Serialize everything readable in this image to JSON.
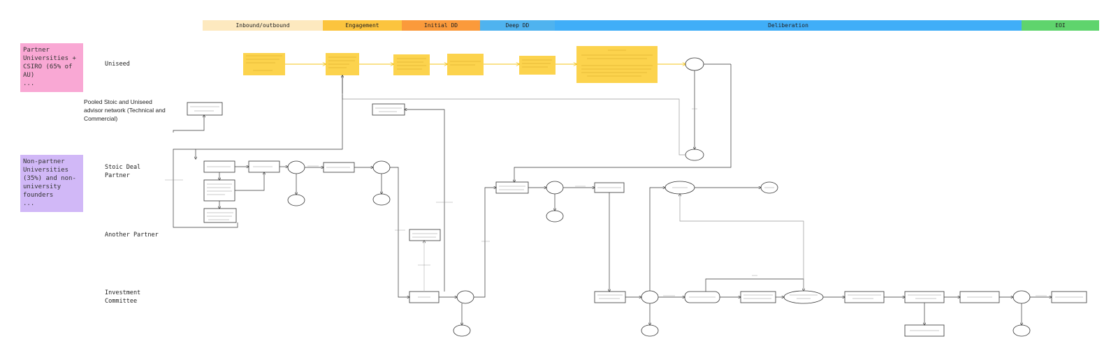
{
  "phases": [
    {
      "label": "Inbound/outbound",
      "color": "#fde9bf"
    },
    {
      "label": "Engagement",
      "color": "#fcc43e"
    },
    {
      "label": "Initial DD",
      "color": "#fb9a3b"
    },
    {
      "label": "Deep DD",
      "color": "#4fb3ef"
    },
    {
      "label": "Deliberation",
      "color": "#40aef8"
    },
    {
      "label": "EOI",
      "color": "#5fd46d"
    }
  ],
  "stickies": {
    "partner": {
      "label": "Partner Universities + CSIRO (65% of AU)",
      "extra": "...",
      "color": "#f9a8d4"
    },
    "nonpartner": {
      "label": "Non-partner Universities (35%) and non-university founders",
      "extra": "...",
      "color": "#d1b8f7"
    }
  },
  "lanes": {
    "uniseed": "Uniseed",
    "pooled": "Pooled Stoic and Uniseed advisor network (Technical and Commercial)",
    "stoic": "Stoic Deal Partner",
    "another": "Another Partner",
    "ic": "Investment Committee"
  },
  "colors": {
    "yellow_note": "#fcd34d",
    "stroke": "#333333",
    "arrow_yellow": "#f5c518"
  }
}
